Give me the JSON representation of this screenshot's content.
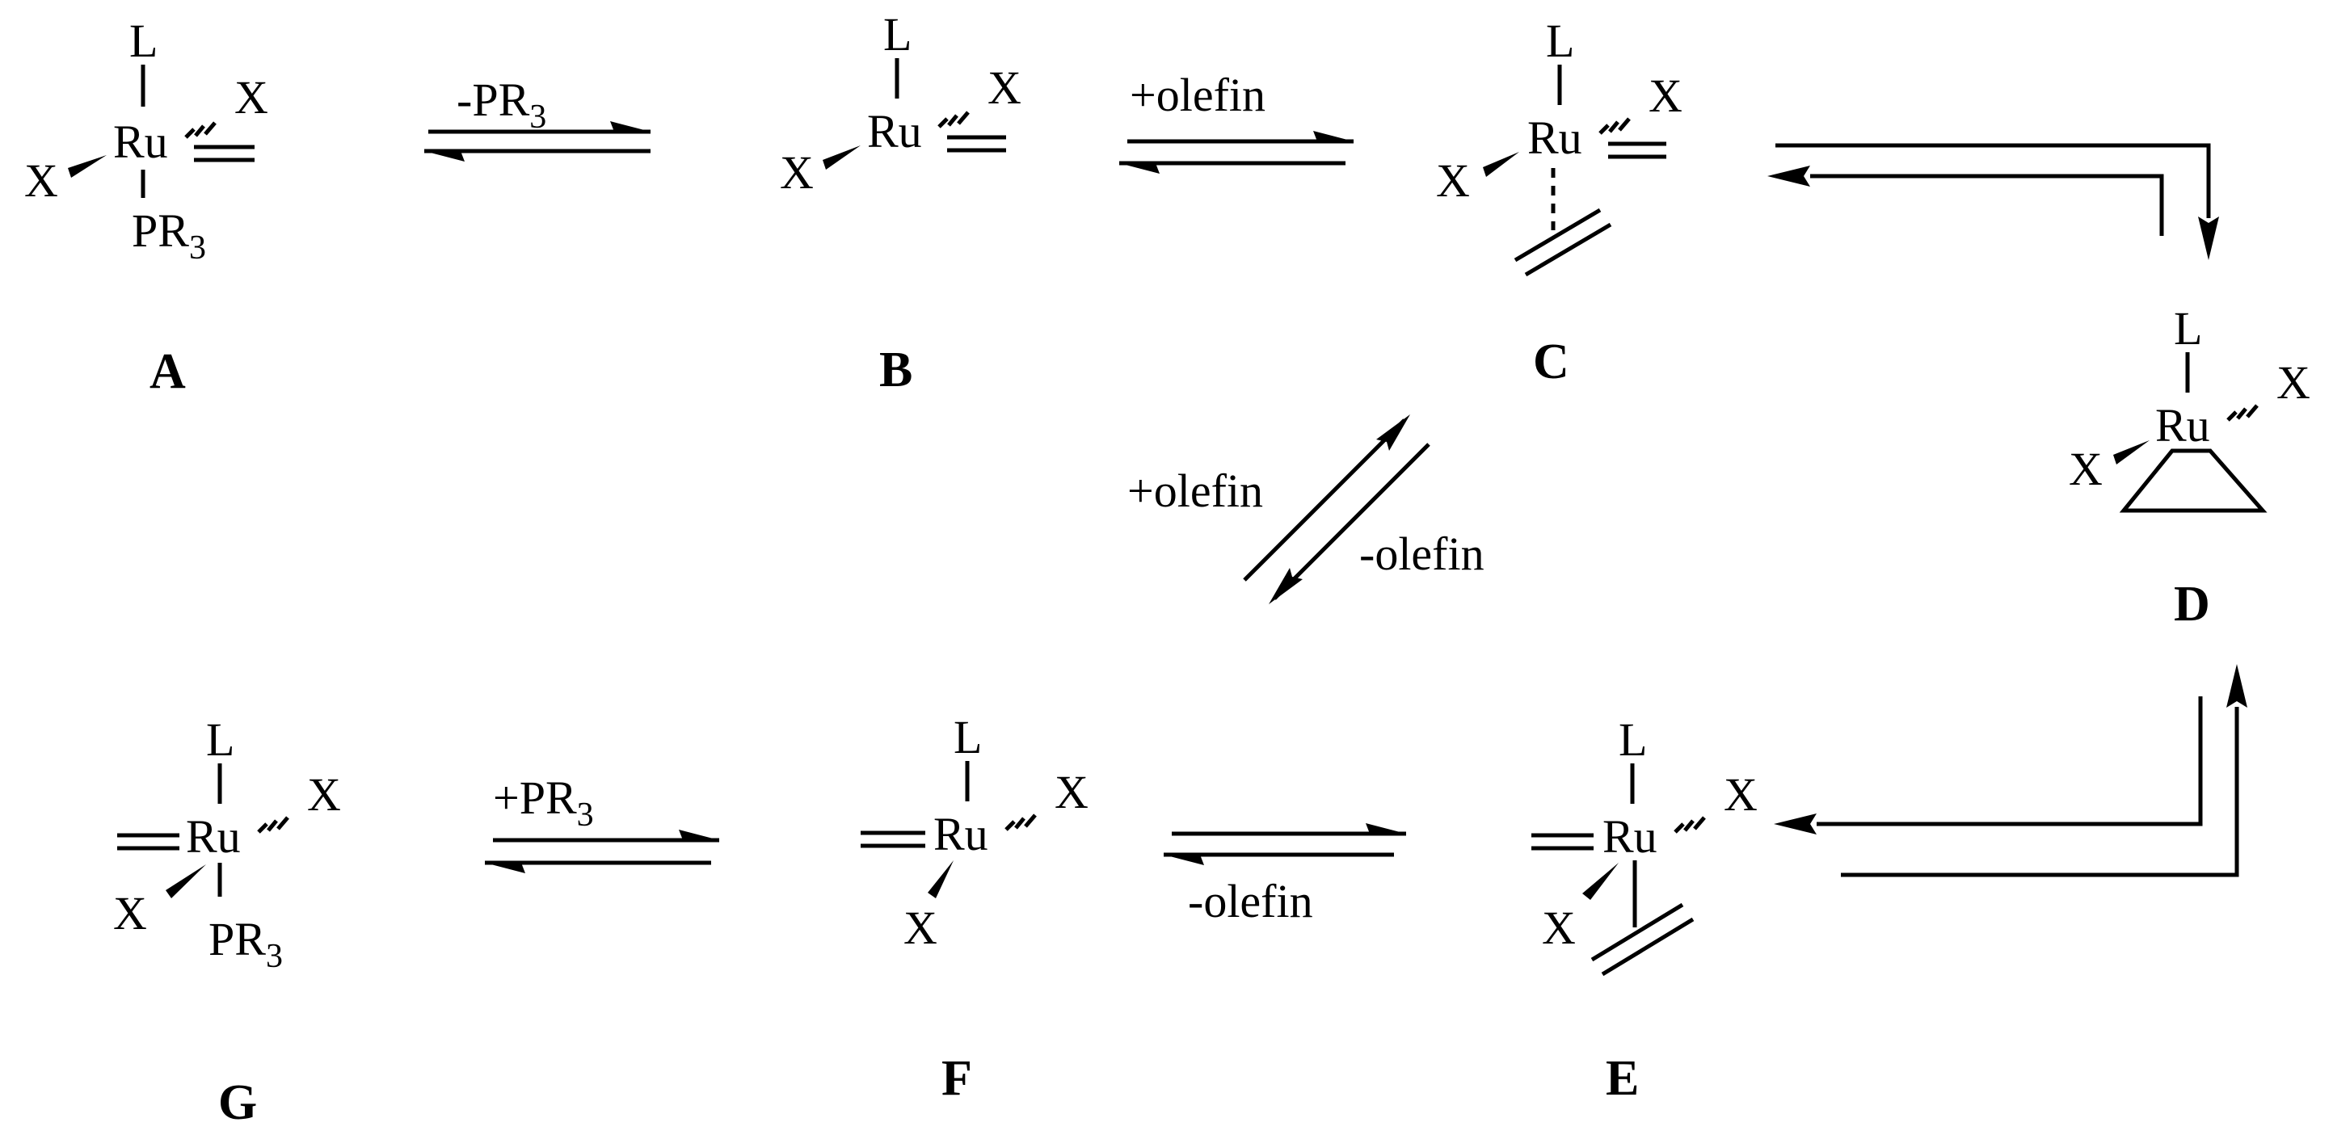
{
  "structures": {
    "A": {
      "label": "A",
      "metal": "Ru",
      "top": "L",
      "right": "X",
      "left": "X",
      "bottom": "PR",
      "bottom_sub": "3"
    },
    "B": {
      "label": "B",
      "metal": "Ru",
      "top": "L",
      "right": "X",
      "left": "X"
    },
    "C": {
      "label": "C",
      "metal": "Ru",
      "top": "L",
      "right": "X",
      "left": "X"
    },
    "D": {
      "label": "D",
      "metal": "Ru",
      "top": "L",
      "right": "X",
      "left": "X"
    },
    "E": {
      "label": "E",
      "metal": "Ru",
      "top": "L",
      "right": "X",
      "left": "X"
    },
    "F": {
      "label": "F",
      "metal": "Ru",
      "top": "L",
      "right": "X",
      "left": "X"
    },
    "G": {
      "label": "G",
      "metal": "Ru",
      "top": "L",
      "right": "X",
      "left": "X",
      "bottom": "PR",
      "bottom_sub": "3"
    }
  },
  "arrows": {
    "a_b": {
      "label": "-PR",
      "label_sub": "3"
    },
    "b_c": {
      "label": "+olefin"
    },
    "c_f": {
      "up": "+olefin",
      "down": "-olefin"
    },
    "g_f": {
      "label": "+PR",
      "label_sub": "3"
    },
    "f_e": {
      "label": "-olefin"
    }
  }
}
